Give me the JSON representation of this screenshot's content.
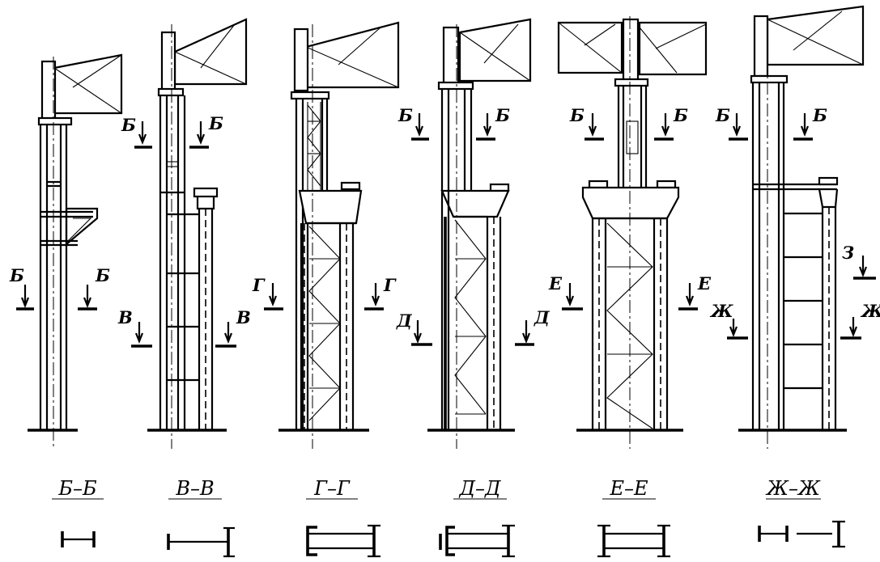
{
  "columns": [
    {
      "cut_label_left": "Б",
      "cut_label_right": "Б",
      "section_caption": "Б–Б"
    },
    {
      "cut_label_left": "В",
      "cut_label_right": "В",
      "upper_cut_label_left": "Б",
      "upper_cut_label_right": "Б",
      "section_caption": "В–В"
    },
    {
      "cut_label_left": "Г",
      "cut_label_right": "Г",
      "section_caption": "Г–Г"
    },
    {
      "cut_label_left": "Д",
      "cut_label_right": "Д",
      "upper_cut_label_left": "Б",
      "upper_cut_label_right": "Б",
      "section_caption": "Д–Д"
    },
    {
      "cut_label_left": "Е",
      "cut_label_right": "Е",
      "upper_cut_label_left": "Б",
      "upper_cut_label_right": "Б",
      "section_caption": "Е–Е"
    },
    {
      "cut_label_left": "Ж",
      "cut_label_right": "Ж",
      "upper_cut_label_left": "Б",
      "upper_cut_label_right": "Б",
      "extra_cut_label": "З",
      "section_caption": "Ж–Ж"
    }
  ]
}
